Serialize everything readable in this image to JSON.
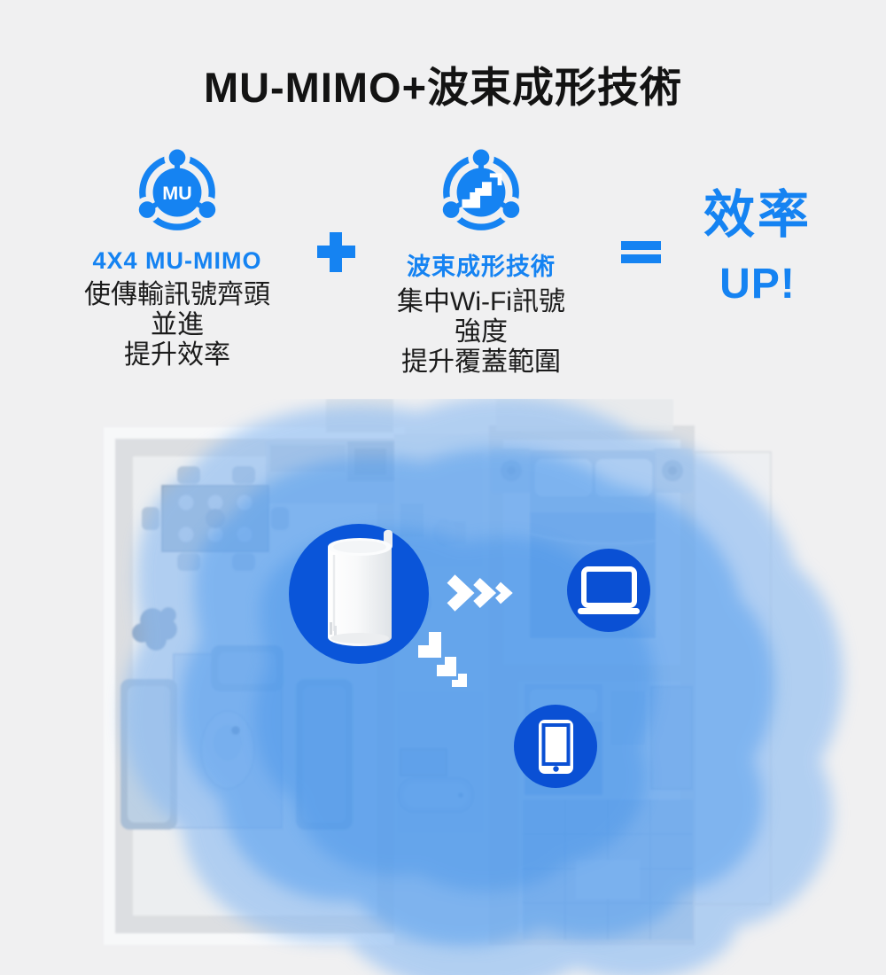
{
  "title": "MU-MIMO+波束成形技術",
  "features": {
    "left": {
      "icon": "mu-mimo-icon",
      "icon_text": "MU",
      "label": "4X4 MU-MIMO",
      "desc_lines": [
        "使傳輸訊號齊頭",
        "並進",
        "提升效率"
      ]
    },
    "plus": "+",
    "right": {
      "icon": "beamforming-icon",
      "label": "波束成形技術",
      "desc_lines": [
        "集中Wi-Fi訊號",
        "強度",
        "提升覆蓋範圍"
      ]
    },
    "equals": "=",
    "result": {
      "line1": "效率",
      "line2": "UP!"
    }
  },
  "illustration": {
    "scene": "apartment-floor-plan-top-view",
    "coverage": "wifi-coverage-blob",
    "devices": [
      "mesh-router",
      "laptop",
      "smartphone"
    ],
    "motion_icons": [
      "triple-chevron-right",
      "signal-steps"
    ]
  },
  "colors": {
    "background": "#f0f0f1",
    "brand_blue": "#1583f2",
    "device_circle_blue": "#0a52d6",
    "blob_outer": "#8cbbf2",
    "blob_inner": "#4f9bee",
    "blob_core": "#2f86e6",
    "title_text": "#131313"
  }
}
